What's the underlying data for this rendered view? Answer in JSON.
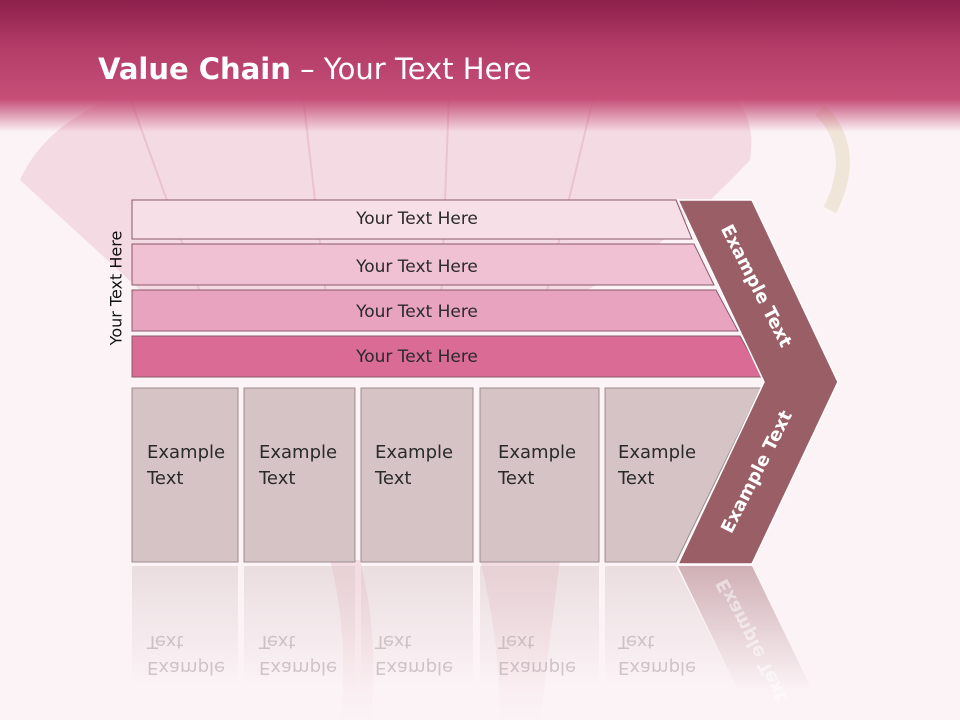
{
  "slide": {
    "title_bold": "Value Chain",
    "title_rest": " – Your Text Here",
    "side_label": "Your Text Here",
    "bars": [
      {
        "label": "Your Text Here",
        "color": "#f6dfe7"
      },
      {
        "label": "Your Text Here",
        "color": "#f0c0d3"
      },
      {
        "label": "Your Text Here",
        "color": "#e8a3be"
      },
      {
        "label": "Your Text Here",
        "color": "#d96b94"
      }
    ],
    "boxes": [
      {
        "line1": "Example",
        "line2": "Text"
      },
      {
        "line1": "Example",
        "line2": "Text"
      },
      {
        "line1": "Example",
        "line2": "Text"
      },
      {
        "line1": "Example",
        "line2": "Text"
      },
      {
        "line1": "Example",
        "line2": "Text"
      }
    ],
    "chevron": {
      "upper_text": "Example Text",
      "lower_text": "Example Text",
      "color": "#9a5e66"
    },
    "box_color": "#d6c3c5",
    "header_color": "#b23c66"
  }
}
